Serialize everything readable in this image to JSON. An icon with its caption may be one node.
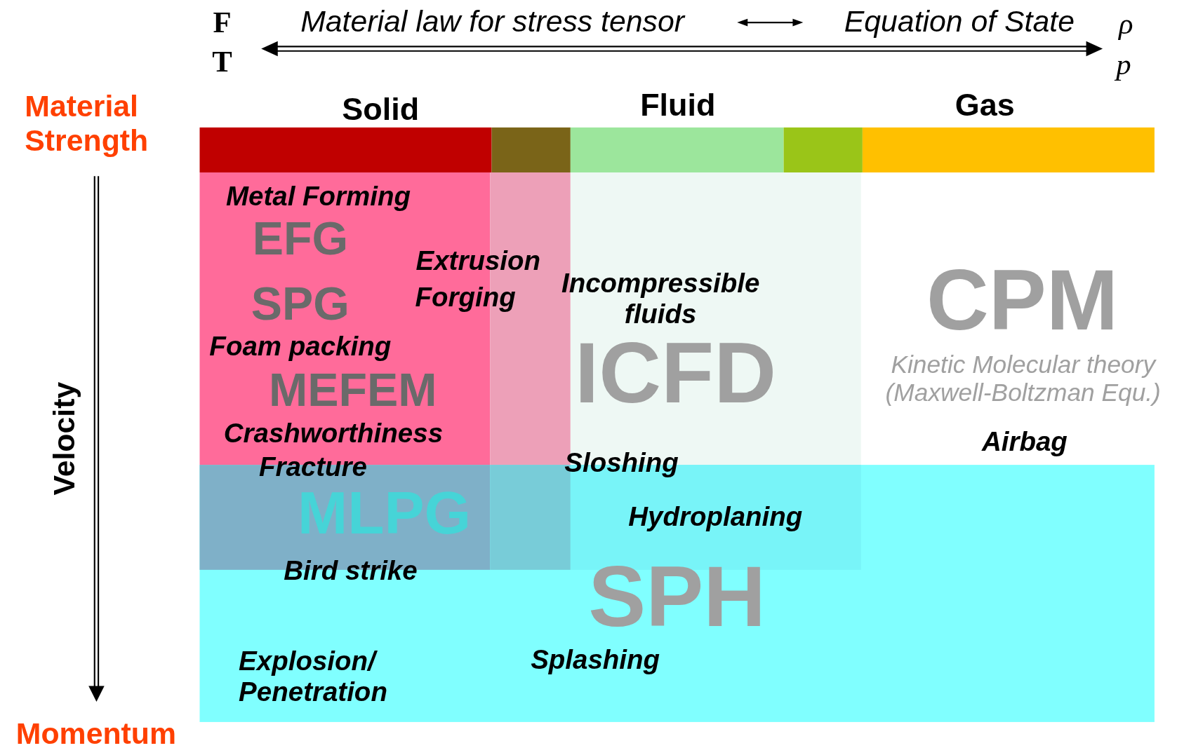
{
  "diagram": {
    "labels": [
      "F",
      "Material law for stress tensor",
      "Equation of State",
      "ρ",
      "T",
      "p",
      "Material Strength",
      "Solid",
      "Fluid",
      "Gas",
      "Metal Forming",
      "EFG",
      "Extrusion",
      "Incompressible fluids",
      "CPM",
      "Forging",
      "SPG",
      "Foam packing",
      "ICFD",
      "Kinetic Molecular theory (Maxwell-Boltzman Equ.)",
      "Velocity",
      "MEFEM",
      "Crashworthiness",
      "Airbag",
      "Fracture",
      "Sloshing",
      "MLPG",
      "Hydroplaning",
      "Bird strike",
      "SPH",
      "Explosion/ Penetration",
      "Splashing",
      "Momentum"
    ]
  }
}
